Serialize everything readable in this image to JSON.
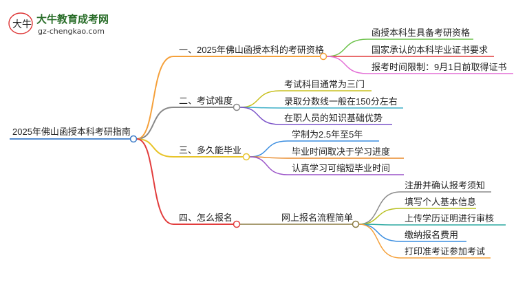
{
  "logo": {
    "title": "大牛教育成考网",
    "url": "gz-chengkao.com",
    "mark": "大牛"
  },
  "root": {
    "label": "2025年佛山函授本科考研指南"
  },
  "branches": [
    {
      "label": "一、2025年佛山函授本科的考研资格",
      "color": "#f5a03a",
      "children": [
        {
          "label": "函授本科生具备考研资格",
          "color": "#6cc24a"
        },
        {
          "label": "国家承认的本科毕业证书要求",
          "color": "#e23c3c"
        },
        {
          "label": "报考时间限制：9月1日前取得证书",
          "color": "#e36fd6"
        }
      ]
    },
    {
      "label": "二、考试难度",
      "color": "#888888",
      "children": [
        {
          "label": "考试科目通常为三门",
          "color": "#c8c020"
        },
        {
          "label": "录取分数线一般在150分左右",
          "color": "#3fb0c8"
        },
        {
          "label": "在职人员的知识基础优势",
          "color": "#7a52c8"
        }
      ]
    },
    {
      "label": "三、多久能毕业",
      "color": "#e8c42a",
      "children": [
        {
          "label": "学制为2.5年至5年",
          "color": "#3a8de0"
        },
        {
          "label": "毕业时间取决于学习进度",
          "color": "#e88a2a"
        },
        {
          "label": "认真学习可缩短毕业时间",
          "color": "#9a52c8"
        }
      ]
    },
    {
      "label": "四、怎么报名",
      "color": "#e23c3c",
      "children": [
        {
          "label": "网上报名流程简单",
          "color": "#8a7a40",
          "children": [
            {
              "label": "注册并确认报考须知",
              "color": "#8a8a8a"
            },
            {
              "label": "填写个人基本信息",
              "color": "#b8c020"
            },
            {
              "label": "上传学历证明进行审核",
              "color": "#2aa8a0"
            },
            {
              "label": "缴纳报名费用",
              "color": "#3a8de0"
            },
            {
              "label": "打印准考证参加考试",
              "color": "#f5a03a"
            }
          ]
        }
      ]
    }
  ]
}
